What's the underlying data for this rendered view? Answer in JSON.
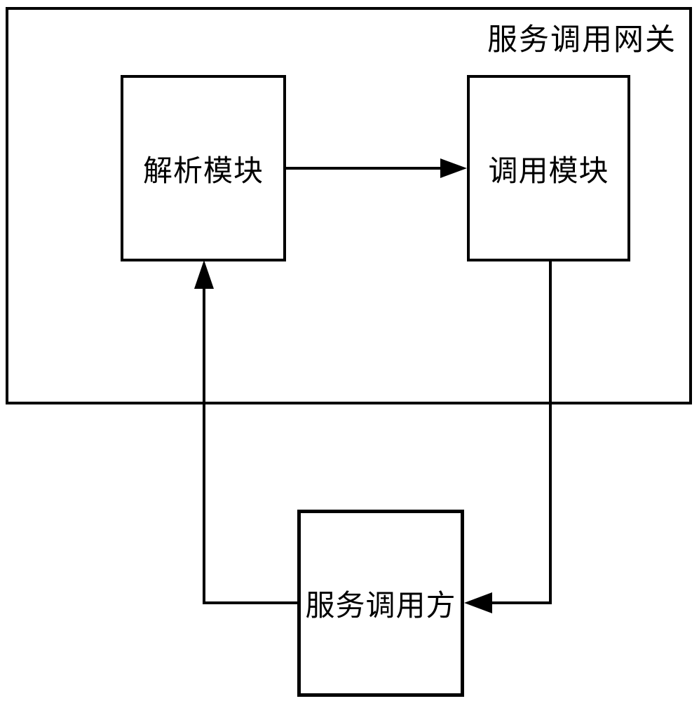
{
  "diagram": {
    "gateway": {
      "label": "服务调用网关"
    },
    "nodes": [
      {
        "id": "parse-module",
        "label": "解析模块"
      },
      {
        "id": "invoke-module",
        "label": "调用模块"
      },
      {
        "id": "service-caller",
        "label": "服务调用方"
      }
    ],
    "edges": [
      {
        "from": "解析模块",
        "to": "调用模块",
        "direction": "right"
      },
      {
        "from": "服务调用方",
        "to": "解析模块",
        "direction": "up"
      },
      {
        "from": "调用模块",
        "to": "服务调用方",
        "direction": "left"
      }
    ],
    "colors": {
      "line": "#000000",
      "text": "#000000",
      "background": "#ffffff"
    }
  }
}
